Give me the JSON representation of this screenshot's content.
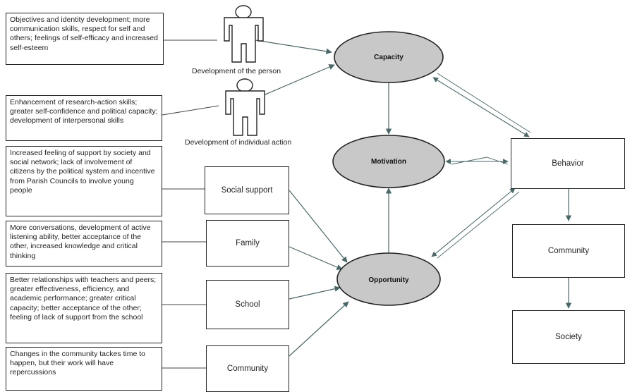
{
  "notes": {
    "person": "Objectives and identity development; more communication skills, respect for self and others; feelings of self-efficacy and increased self-esteem",
    "action": "Enhancement of research-action skills; greater self-confidence and political capacity; development of interpersonal skills",
    "social": "Increased feeling of support by society and social network; lack of involvement of citizens by the political system and incentive from Parish Councils to involve young people",
    "family": "More conversations, development of active listening ability, better acceptance of the other, increased knowledge and critical thinking",
    "school": "Better relationships with teachers and peers; greater effectiveness, efficiency, and academic performance; greater critical capacity; better acceptance of the other; feeling of lack of support from the school",
    "community": "Changes in the community tackes time to happen, but their work will have repercussions"
  },
  "figures": {
    "person_label": "Development of the person",
    "action_label": "Development of individual action"
  },
  "sources": {
    "social": "Social support",
    "family": "Family",
    "school": "School",
    "community": "Community"
  },
  "ovals": {
    "capacity": "Capacity",
    "motivation": "Motivation",
    "opportunity": "Opportunity"
  },
  "outcomes": {
    "behavior": "Behavior",
    "community": "Community",
    "society": "Society"
  },
  "colors": {
    "oval_fill": "#c8c8c8",
    "line": "#333333",
    "arrow_teal": "#4a6868"
  }
}
